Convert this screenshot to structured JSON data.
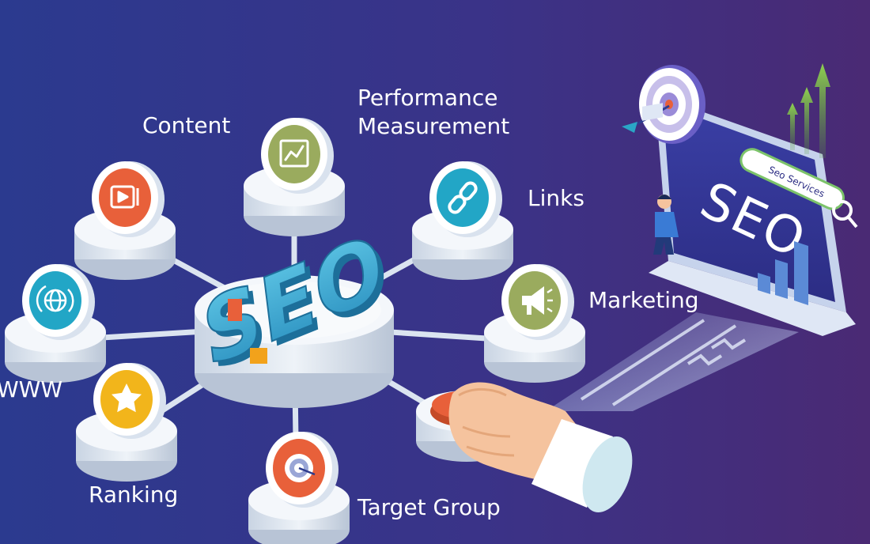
{
  "labels": {
    "content": "Content",
    "performance_line1": "Performance",
    "performance_line2": "Measurement",
    "links": "Links",
    "marketing": "Marketing",
    "www": "WWW",
    "ranking": "Ranking",
    "target_group": "Target Group"
  },
  "hub": {
    "text": "SEO"
  },
  "screen": {
    "title": "SEO",
    "search_text": "Seo Services"
  },
  "colors": {
    "bg_left": "#2b3a8f",
    "bg_right": "#4a2a74",
    "content": "#e8603a",
    "performance": "#9aab5e",
    "links": "#22a6c6",
    "marketing": "#9aab5e",
    "www": "#22a6c6",
    "ranking": "#f2b51b",
    "target": "#e8603a",
    "button": "#e8603a"
  },
  "icons": {
    "content": "video-play-icon",
    "performance": "chart-icon",
    "links": "chain-link-icon",
    "marketing": "megaphone-icon",
    "www": "globe-icon",
    "ranking": "star-icon",
    "target": "target-icon"
  }
}
